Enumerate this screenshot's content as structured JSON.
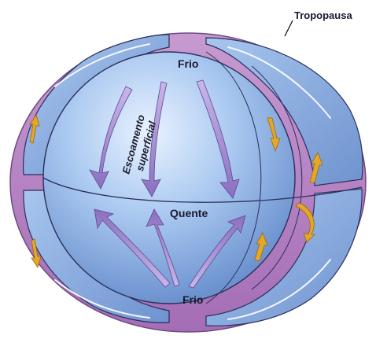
{
  "diagram": {
    "labels": {
      "tropopause": "Tropopausa",
      "cold_top": "Frio",
      "warm_equator": "Quente",
      "cold_bottom": "Frio",
      "surface_flow_line1": "Escoamento",
      "surface_flow_line2": "superficial"
    },
    "colors": {
      "atmosphere_shell": "#b27fbf",
      "cell_fill": "#8fb3e0",
      "globe_fill": "#9cc0ec",
      "flow_arrow": "#9b82c8",
      "warm_arrow": "#e3a72a",
      "outline": "#2b2f5a"
    }
  }
}
